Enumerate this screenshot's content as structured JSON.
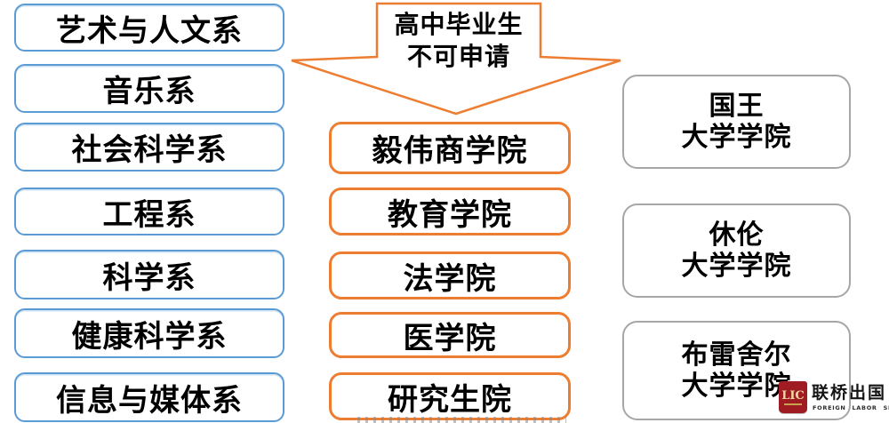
{
  "diagram": {
    "callout": {
      "line1": "高中毕业生",
      "line2": "不可申请"
    },
    "faculties": [
      "艺术与人文系",
      "音乐系",
      "社会科学系",
      "工程系",
      "科学系",
      "健康科学系",
      "信息与媒体系"
    ],
    "schools": [
      "毅伟商学院",
      "教育学院",
      "法学院",
      "医学院",
      "研究生院"
    ],
    "colleges": [
      {
        "line1": "国王",
        "line2": "大学学院"
      },
      {
        "line1": "休伦",
        "line2": "大学学院"
      },
      {
        "line1": "布雷舍尔",
        "line2": "大学学院"
      }
    ]
  },
  "logo": {
    "badge_text": "LIC",
    "brand_name": "联桥出国",
    "tagline": "FOREIGN LABOR SERVICE"
  },
  "colors": {
    "faculty_border": "#5B9BD5",
    "school_border": "#ED7D31",
    "college_border": "#A6A6A6",
    "callout_border": "#ED7D31",
    "logo_red": "#9F1D22",
    "logo_gold": "#EFD9A6",
    "text": "#000000"
  }
}
